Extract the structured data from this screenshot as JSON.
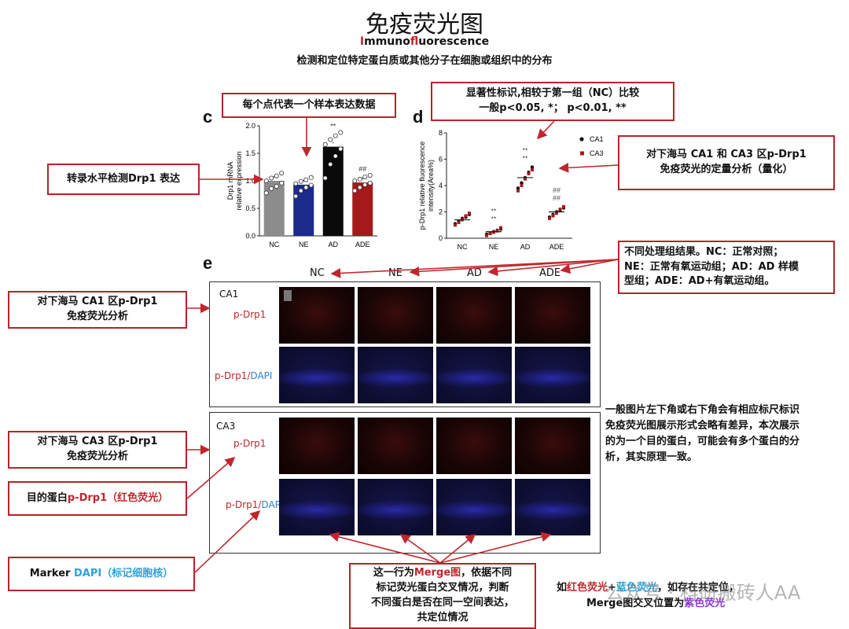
{
  "header": {
    "title": "免疫荧光图",
    "english_I": "I",
    "english_mmuno": "mmuno",
    "english_f": "f",
    "english_rest": "luorescence",
    "description": "检测和定位特定蛋白质或其他分子在细胞或组织中的分布"
  },
  "callouts": {
    "each_dot": "每个点代表一个样本表达数据",
    "significance_line1": "显著性标识,相较于第一组（NC）比较",
    "significance_line2": "一般p<0.05, *；  p<0.01,  **",
    "transcription": "转录水平检测Drp1 表达",
    "quant_line1": "对下海马 CA1 和 CA3 区p-Drp1",
    "quant_line2": "免疫荧光的定量分析（量化）",
    "groups_line1": "不同处理组结果。NC：正常对照；",
    "groups_line2": "NE：正常有氧运动组；AD：AD 样模",
    "groups_line3": "型组；ADE：AD+有氧运动组。",
    "ca1_line1": "对下海马 CA1 区p-Drp1",
    "ca1_line2": "免疫荧光分析",
    "ca3_line1": "对下海马 CA3 区p-Drp1",
    "ca3_line2": "免疫荧光分析",
    "target_prefix": "目的蛋白",
    "target_red": "p-Drp1（红色荧光）",
    "marker_prefix": "Marker ",
    "marker_blue": "DAPI（标记细胞核）",
    "merge_prefix": "这一行为",
    "merge_red": "Merge图",
    "merge_rest1": "，依据不同",
    "merge_line2": "标记荧光蛋白交叉情况，判断",
    "merge_line3": "不同蛋白是否在同一空间表达，",
    "merge_line4": "共定位情况"
  },
  "side_note": {
    "line1": "一般图片左下角或右下角会有相应标尺标识",
    "line2": "免疫荧光图展示形式会略有差异，本次展示",
    "line3": "的为一个目的蛋白，可能会有多个蛋白的分",
    "line4": "析，其实原理一致。"
  },
  "bottom_note": {
    "prefix": "如",
    "red": "红色荧光",
    "plus": "+",
    "blue": "蓝色荧光",
    "rest": "，如存在共定位，",
    "line2_prefix": "Merge图交叉位置为",
    "purple": "紫色荧光"
  },
  "watermark": "公众号 · 科研搬砖人AA",
  "panels": {
    "c": "c",
    "d": "d",
    "e": "e"
  },
  "panel_e": {
    "columns": [
      "NC",
      "NE",
      "AD",
      "ADE"
    ],
    "ca1": "CA1",
    "ca3": "CA3",
    "pdrp1": "p-Drp1",
    "pdrp1_dapi_a": "p-Drp1/",
    "pdrp1_dapi_b": "DAPI"
  },
  "chart_data": [
    {
      "type": "bar",
      "panel": "c",
      "categories": [
        "NC",
        "NE",
        "AD",
        "ADE"
      ],
      "values": [
        1.0,
        0.93,
        1.62,
        0.97
      ],
      "colors": [
        "#8c8c8c",
        "#1c2a8c",
        "#0a0a0a",
        "#a41a1a"
      ],
      "ylabel_line1": "Drp1 mRNA",
      "ylabel_line2": "relative expression",
      "ylim": [
        0,
        2.0
      ],
      "yticks": [
        "0.0",
        "0.5",
        "1.0",
        "1.5",
        "2.0"
      ],
      "annotations": {
        "AD": "**",
        "ADE": "##"
      },
      "points": [
        [
          0.78,
          0.86,
          0.9,
          0.96,
          1.0,
          1.05,
          1.09,
          1.14
        ],
        [
          0.72,
          0.82,
          0.88,
          0.92,
          0.95,
          0.99,
          1.02,
          1.06
        ],
        [
          1.05,
          1.3,
          1.45,
          1.58,
          1.66,
          1.75,
          1.82,
          1.88
        ],
        [
          0.82,
          0.88,
          0.93,
          0.96,
          1.0,
          1.03,
          1.07,
          1.1
        ]
      ]
    },
    {
      "type": "scatter",
      "panel": "d",
      "categories": [
        "NC",
        "NE",
        "AD",
        "ADE"
      ],
      "ylabel_line1": "p-Drp1 relative fluorescence",
      "ylabel_line2": "intensity(Area%)",
      "ylim": [
        0,
        8
      ],
      "yticks": [
        "0",
        "2",
        "4",
        "6",
        "8"
      ],
      "legend_placement": "top-right",
      "series": [
        {
          "name": "CA1",
          "color": "#111111",
          "values": [
            [
              1.1,
              1.3,
              1.5,
              1.6,
              1.8
            ],
            [
              0.3,
              0.4,
              0.5,
              0.6,
              0.7
            ],
            [
              3.8,
              4.2,
              4.6,
              5.0,
              5.4
            ],
            [
              1.6,
              1.8,
              2.0,
              2.1,
              2.3
            ]
          ]
        },
        {
          "name": "CA3",
          "color": "#a41a1a",
          "values": [
            [
              1.0,
              1.2,
              1.4,
              1.7,
              1.9
            ],
            [
              0.2,
              0.35,
              0.45,
              0.55,
              0.8
            ],
            [
              3.6,
              4.0,
              4.5,
              4.9,
              5.2
            ],
            [
              1.5,
              1.7,
              1.9,
              2.2,
              2.4
            ]
          ]
        }
      ],
      "means": [
        1.4,
        0.5,
        4.6,
        2.0
      ],
      "annotations": {
        "NE": "**",
        "AD": "**",
        "ADE": "##"
      }
    }
  ]
}
